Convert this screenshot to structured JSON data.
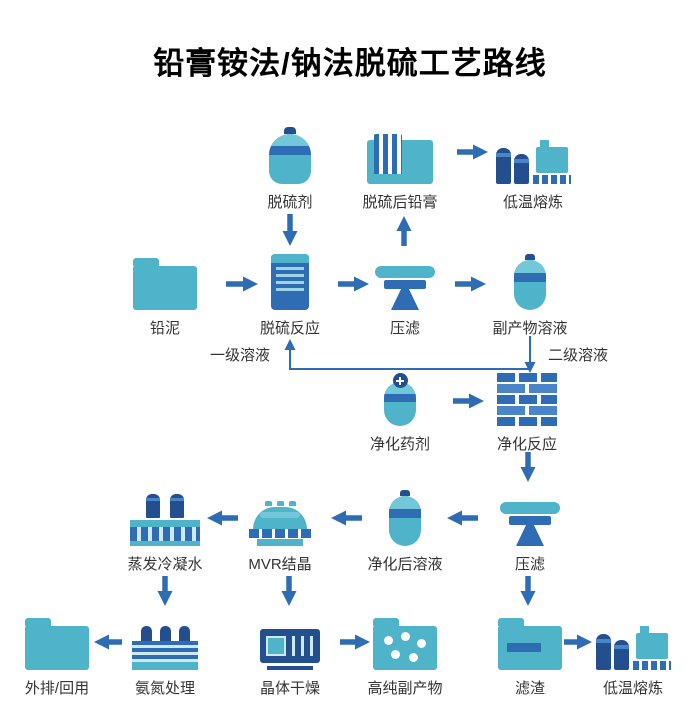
{
  "title": "铅膏铵法/钠法脱硫工艺路线",
  "flow": {
    "nodes": [
      {
        "id": "desulfurizer",
        "label": "脱硫剂",
        "icon": "vessel-tank-icon"
      },
      {
        "id": "desulfurized-lead-paste",
        "label": "脱硫后铅膏",
        "icon": "striped-container-icon"
      },
      {
        "id": "smelting-top",
        "label": "低温熔炼",
        "icon": "smelter-bottles-icon"
      },
      {
        "id": "lead-mud",
        "label": "铅泥",
        "icon": "folder-icon"
      },
      {
        "id": "desulfurization-reaction",
        "label": "脱硫反应",
        "icon": "reactor-cabinet-icon"
      },
      {
        "id": "filter-press-1",
        "label": "压滤",
        "icon": "filter-press-icon"
      },
      {
        "id": "byproduct-solution",
        "label": "副产物溶液",
        "icon": "solution-capsule-icon"
      },
      {
        "id": "purification-agent",
        "label": "净化药剂",
        "icon": "medicine-capsule-icon"
      },
      {
        "id": "purification-reaction",
        "label": "净化反应",
        "icon": "pallet-stack-icon"
      },
      {
        "id": "evaporation-condensate",
        "label": "蒸发冷凝水",
        "icon": "bottles-conveyor-icon"
      },
      {
        "id": "mvr-crystallization",
        "label": "MVR结晶",
        "icon": "dome-tank-icon"
      },
      {
        "id": "purified-solution",
        "label": "净化后溶液",
        "icon": "solution-capsule-icon"
      },
      {
        "id": "filter-press-2",
        "label": "压滤",
        "icon": "filter-press-icon"
      },
      {
        "id": "discharge-reuse",
        "label": "外排/回用",
        "icon": "folder-icon"
      },
      {
        "id": "ammonia-treatment",
        "label": "氨氮处理",
        "icon": "factory-condenser-icon"
      },
      {
        "id": "crystal-drying",
        "label": "晶体干燥",
        "icon": "dryer-machine-icon"
      },
      {
        "id": "high-purity-byproduct",
        "label": "高纯副产物",
        "icon": "folder-dots-icon"
      },
      {
        "id": "filter-residue",
        "label": "滤渣",
        "icon": "folder-stripe-icon"
      },
      {
        "id": "smelting-bottom",
        "label": "低温熔炼",
        "icon": "smelter-bottles-icon"
      }
    ],
    "edge_labels": {
      "primary": "一级溶液",
      "secondary": "二级溶液"
    }
  },
  "colors": {
    "teal": "#4FB3C9",
    "blue": "#2E6DB4",
    "navy": "#244F8F",
    "text": "#333333"
  }
}
